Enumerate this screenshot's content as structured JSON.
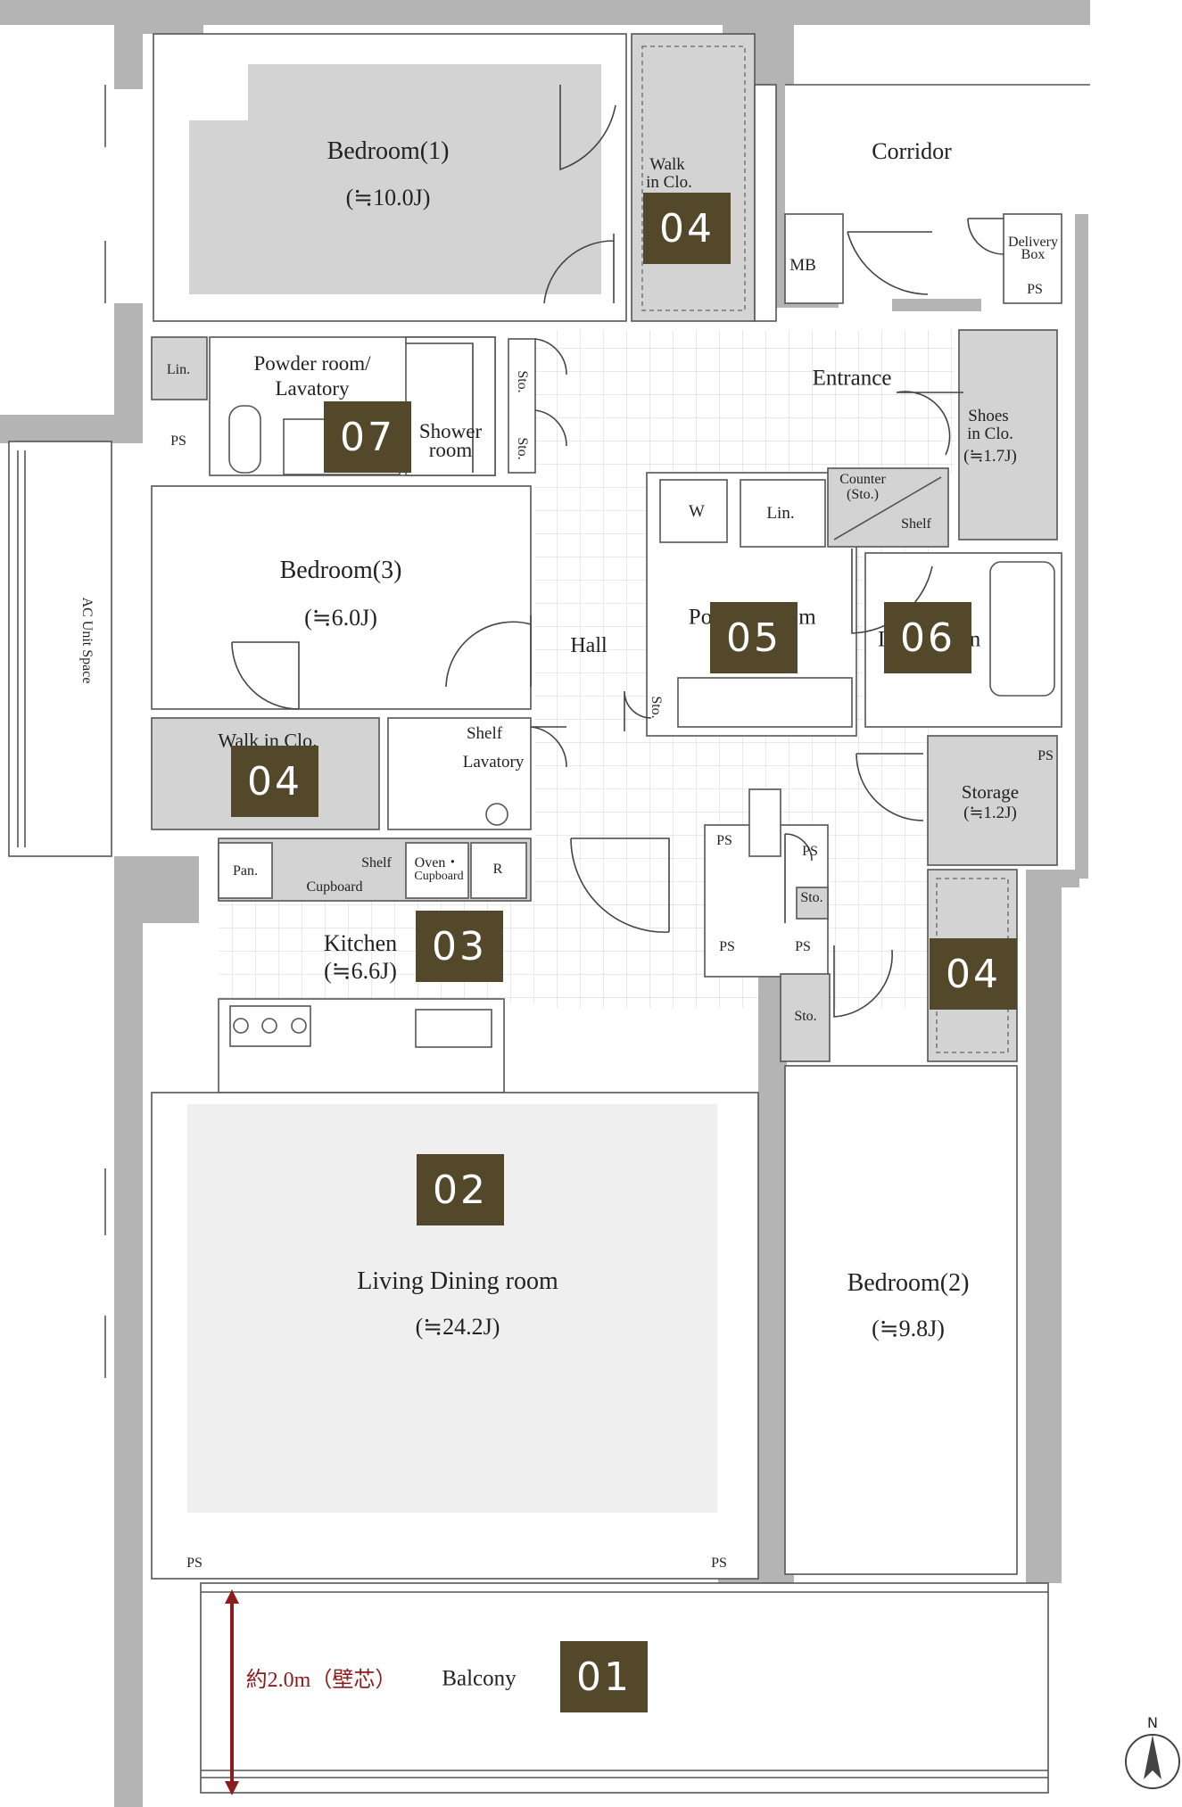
{
  "rooms": {
    "bedroom1": {
      "name": "Bedroom(1)",
      "area": "(≒10.0J)"
    },
    "bedroom2": {
      "name": "Bedroom(2)",
      "area": "(≒9.8J)"
    },
    "bedroom3": {
      "name": "Bedroom(3)",
      "area": "(≒6.0J)"
    },
    "living": {
      "name": "Living Dining room",
      "area": "(≒24.2J)"
    },
    "kitchen": {
      "name": "Kitchen",
      "area": "(≒6.6J)"
    },
    "storage": {
      "name": "Storage",
      "area": "(≒1.2J)"
    },
    "shoes": {
      "line1": "Shoes",
      "line2": "in Clo.",
      "area": "(≒1.7J)"
    },
    "corridor": "Corridor",
    "entrance": "Entrance",
    "hall": "Hall",
    "balcony": "Balcony",
    "ac_unit": "AC Unit Space",
    "powder_room": {
      "line1": "Powder room/",
      "line2": "Lavatory"
    },
    "shower_room": {
      "line1": "Shower",
      "line2": "room"
    },
    "walk_in_clo_1": {
      "line1": "Walk",
      "line2": "in Clo."
    },
    "walk_in_clo_3": "Walk in Clo.",
    "powder_room_partial": {
      "left": "Po",
      "right": "m"
    },
    "bath_partial": {
      "left": "I",
      "right": "n"
    },
    "lavatory": "Lavatory",
    "delivery_box": {
      "line1": "Delivery",
      "line2": "Box"
    }
  },
  "fixtures": {
    "lin": "Lin.",
    "sto": "Sto.",
    "ps": "PS",
    "mb": "MB",
    "pan": "Pan.",
    "shelf": "Shelf",
    "cupboard": "Cupboard",
    "oven": "Oven・",
    "oven2": "Cupboard",
    "r": "R",
    "w": "W",
    "counter": "Counter",
    "counter_sto": "(Sto.)"
  },
  "badges": {
    "b01": "01",
    "b02": "02",
    "b03": "03",
    "b04": "04",
    "b05": "05",
    "b06": "06",
    "b07": "07"
  },
  "dimension": "約2.0m（壁芯）",
  "compass": "N",
  "colors": {
    "badge": "#54482a",
    "wall": "#b4b4b4",
    "room_fill": "#d3d3d3",
    "living_fill": "#efefef",
    "dimension_arrow": "#8b1d1d"
  }
}
